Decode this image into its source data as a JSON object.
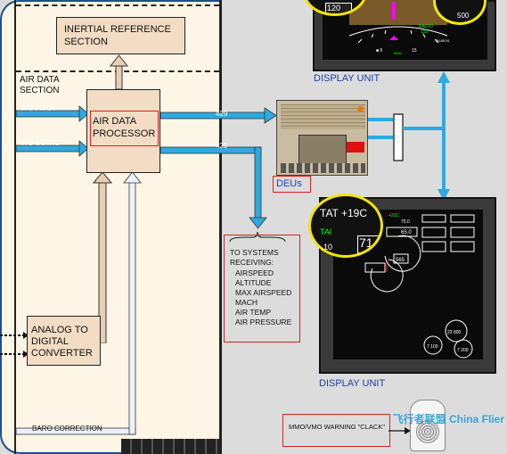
{
  "inertial_reference": "INERTIAL REFERENCE SECTION",
  "air_data_section": "AIR DATA SECTION",
  "fo_pitot": "F/O PITOT",
  "fo_static": "F/O STATIC",
  "air_data_processor": "AIR DATA PROCESSOR",
  "bus_top": "429",
  "bus_bottom": "429",
  "analog_converter": "ANALOG TO DIGITAL CONVERTER",
  "baro_correction": "BARO CORRECTION",
  "deus": "DEUs",
  "display_unit_top": "DISPLAY UNIT",
  "display_unit_bottom": "DISPLAY UNIT",
  "systems_box": {
    "header": "TO SYSTEMS RECEIVING:",
    "items": [
      "AIRSPEED",
      "ALTITUDE",
      "MAX AIRSPEED",
      "MACH",
      "AIR TEMP",
      "AIR PRESSURE"
    ]
  },
  "warning": "MMO/VMO WARNING \"CLACK\"",
  "magnifier_top": {
    "speed": "120",
    "radio": "RADIO",
    "radio_val": "150",
    "baro": "29.86 IN",
    "right_val": "500",
    "mag": "MAG"
  },
  "magnifier_bottom": {
    "tat": "TAT +19C",
    "tai": "TAI",
    "val": "10"
  },
  "eis": {
    "temp": "+22C",
    "n1": "71",
    "egt": "565",
    "v1": "75.0",
    "v2": "65.0",
    "fuel": "23 800",
    "g1": "7 100",
    "g2": "7 200"
  },
  "watermark": "飞行者联盟 China Flier",
  "colors": {
    "accent_blue": "#2fa9e0",
    "box_fill": "#f2dcc4",
    "highlight_red": "#d62020",
    "label_blue": "#1f3fa8"
  }
}
